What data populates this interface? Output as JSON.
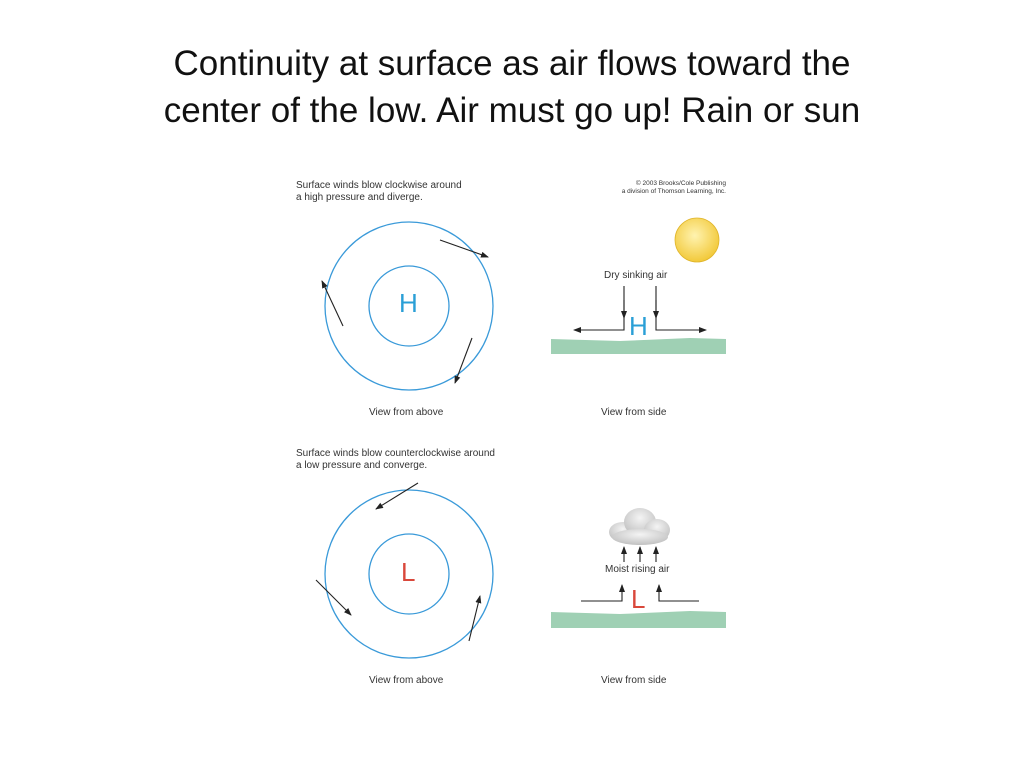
{
  "slide": {
    "title_line1": "Continuity at surface as air flows toward the",
    "title_line2": "center of the low.  Air must go up!  Rain or sun"
  },
  "high_panel": {
    "caption_line1": "Surface winds blow clockwise around",
    "caption_line2": "a high pressure and diverge.",
    "center_letter": "H",
    "view_label": "View from above"
  },
  "high_side": {
    "copyright_line1": "© 2003 Brooks/Cole Publishing",
    "copyright_line2": "a division of Thomson Learning, Inc.",
    "air_label": "Dry sinking air",
    "center_letter": "H",
    "view_label": "View from side"
  },
  "low_panel": {
    "caption_line1": "Surface winds blow counterclockwise around",
    "caption_line2": "a low pressure and converge.",
    "center_letter": "L",
    "view_label": "View from above"
  },
  "low_side": {
    "air_label": "Moist rising air",
    "center_letter": "L",
    "view_label": "View from side"
  },
  "colors": {
    "circle": "#3a9ad9",
    "high_letter": "#2a9fd6",
    "low_letter": "#d9483b",
    "ground": "#9fd0b4",
    "sun": "#f6d145",
    "arrow": "#222222"
  },
  "icons": [
    "sun-icon",
    "cloud-icon"
  ]
}
